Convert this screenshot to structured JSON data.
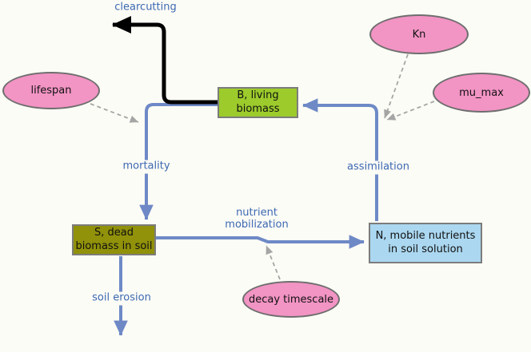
{
  "diagram": {
    "type": "stock-and-flow nutrient cycle model",
    "stocks": {
      "living_biomass": {
        "label": "B, living\nbiomass"
      },
      "dead_biomass": {
        "label": "S, dead\nbiomass in soil"
      },
      "mobile_nutrients": {
        "label": "N, mobile nutrients\nin soil solution"
      }
    },
    "parameters": {
      "lifespan": {
        "label": "lifespan"
      },
      "kn": {
        "label": "Kn"
      },
      "mu_max": {
        "label": "mu_max"
      },
      "decay_timescale": {
        "label": "decay timescale"
      }
    },
    "flows": {
      "clearcutting": {
        "label": "clearcutting"
      },
      "mortality": {
        "label": "mortality"
      },
      "assimilation": {
        "label": "assimilation"
      },
      "nutrient_mobilization": {
        "label": "nutrient\nmobilization"
      },
      "soil_erosion": {
        "label": "soil erosion"
      }
    },
    "colors": {
      "background": "#FCFCF6",
      "flow_arrow_blue": "#6E89C6",
      "flow_label_blue": "#3C68B2",
      "clearcut_arrow_black": "#000000",
      "parameter_fill_pink": "#F294C4",
      "living_biomass_fill": "#9CCB2B",
      "dead_biomass_fill": "#91910A",
      "mobile_nutrients_fill": "#ABD7F0",
      "influence_dash_gray": "#A5A5A5",
      "node_border_gray": "#7C7C7C"
    }
  }
}
